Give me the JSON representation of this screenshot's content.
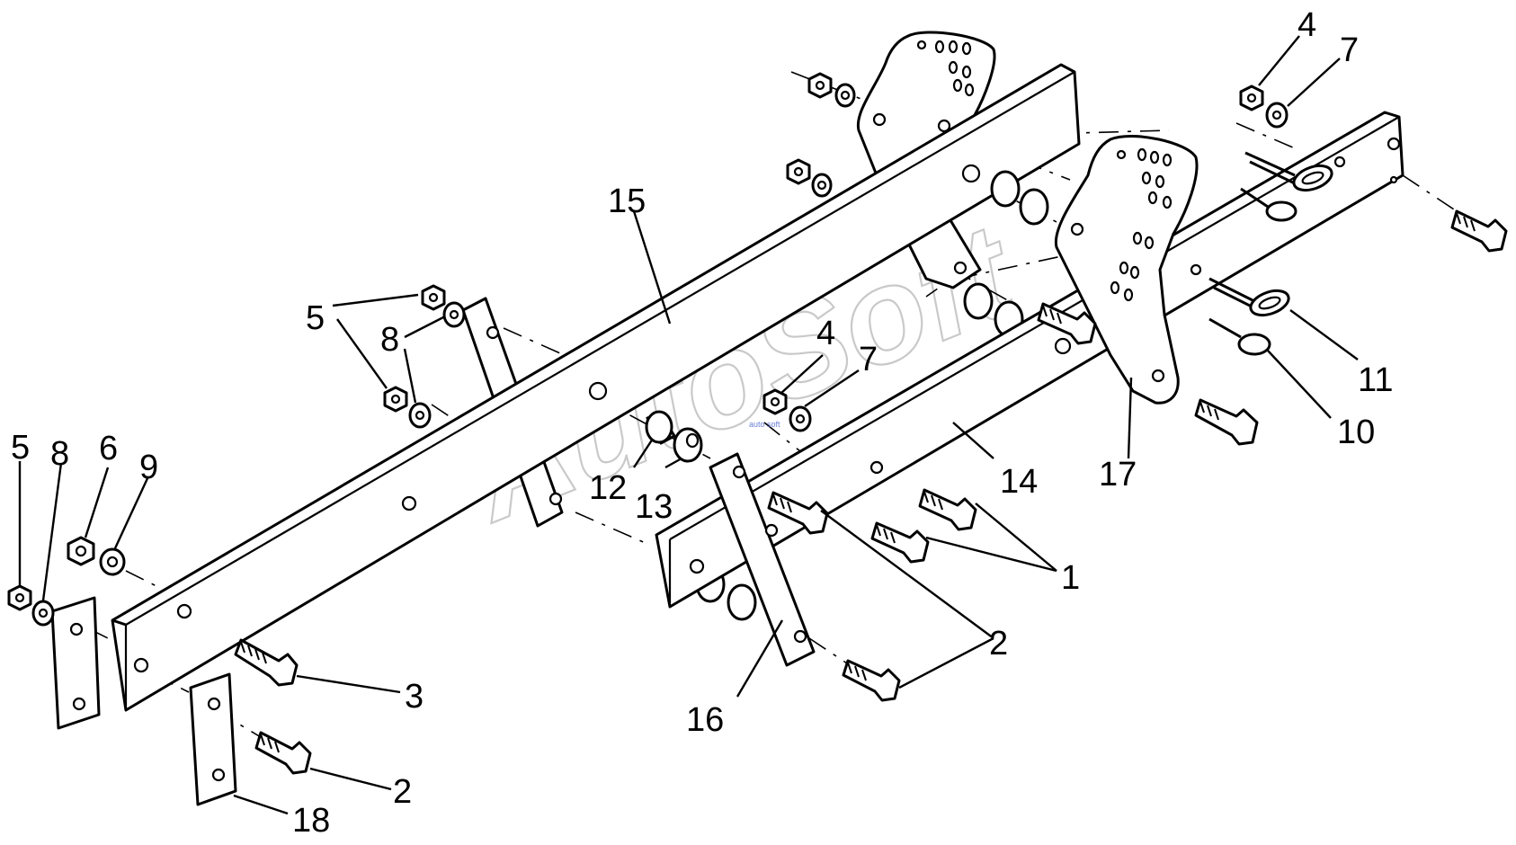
{
  "watermark": {
    "text": "AutoSoft",
    "color": "#c9c9c9"
  },
  "callouts": [
    {
      "id": "c1",
      "text": "1"
    },
    {
      "id": "c2a",
      "text": "2"
    },
    {
      "id": "c2b",
      "text": "2"
    },
    {
      "id": "c3",
      "text": "3"
    },
    {
      "id": "c4a",
      "text": "4"
    },
    {
      "id": "c4b",
      "text": "4"
    },
    {
      "id": "c5a",
      "text": "5"
    },
    {
      "id": "c5b",
      "text": "5"
    },
    {
      "id": "c6",
      "text": "6"
    },
    {
      "id": "c7a",
      "text": "7"
    },
    {
      "id": "c7b",
      "text": "7"
    },
    {
      "id": "c8a",
      "text": "8"
    },
    {
      "id": "c8b",
      "text": "8"
    },
    {
      "id": "c9",
      "text": "9"
    },
    {
      "id": "c10",
      "text": "10"
    },
    {
      "id": "c11",
      "text": "11"
    },
    {
      "id": "c12",
      "text": "12"
    },
    {
      "id": "c13",
      "text": "13"
    },
    {
      "id": "c14",
      "text": "14"
    },
    {
      "id": "c15",
      "text": "15"
    },
    {
      "id": "c16",
      "text": "16"
    },
    {
      "id": "c17",
      "text": "17"
    },
    {
      "id": "c18",
      "text": "18"
    }
  ]
}
